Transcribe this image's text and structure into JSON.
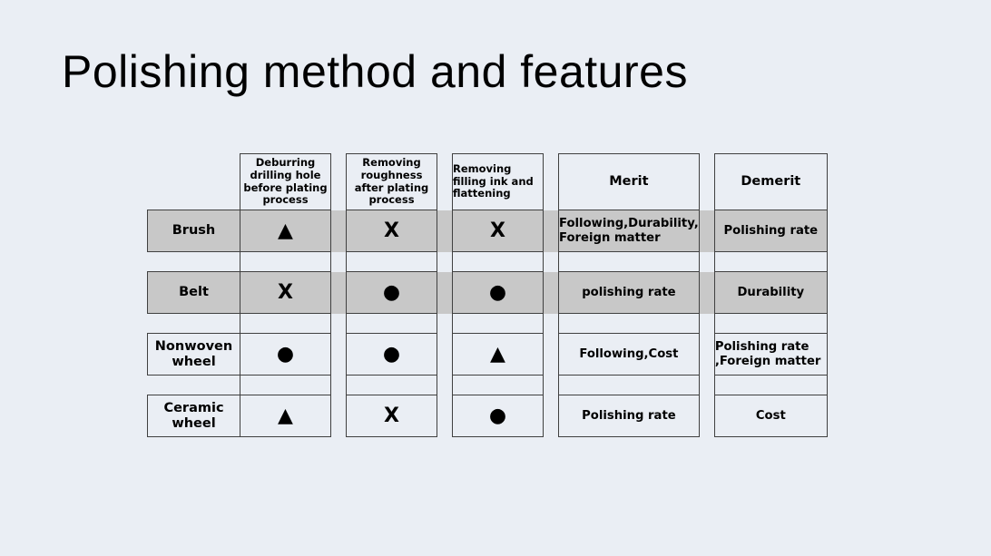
{
  "slide": {
    "title": "Polishing method and features",
    "background_color": "#eaeef4",
    "shaded_row_color": "#c8c8c8",
    "border_color": "#404040"
  },
  "table": {
    "corner_label": "",
    "column_headers": [
      "Deburring drilling hole before plating process",
      "Removing roughness after plating process",
      "Removing filling ink and flattening",
      "Merit",
      "Demerit"
    ],
    "rows": [
      {
        "method": "Brush",
        "shaded": true,
        "deburring": "▲",
        "roughness": "X",
        "filling_ink": "X",
        "merit": "Following,Durability, Foreign matter",
        "demerit": "Polishing rate"
      },
      {
        "method": "Belt",
        "shaded": true,
        "deburring": "X",
        "roughness": "●",
        "filling_ink": "●",
        "merit": "polishing rate",
        "demerit": "Durability"
      },
      {
        "method": "Nonwoven wheel",
        "shaded": false,
        "deburring": "●",
        "roughness": "●",
        "filling_ink": "▲",
        "merit": "Following,Cost",
        "demerit": "Polishing rate ,Foreign matter"
      },
      {
        "method": "Ceramic wheel",
        "shaded": false,
        "deburring": "▲",
        "roughness": "X",
        "filling_ink": "●",
        "merit": "Polishing rate",
        "demerit": "Cost"
      }
    ]
  }
}
